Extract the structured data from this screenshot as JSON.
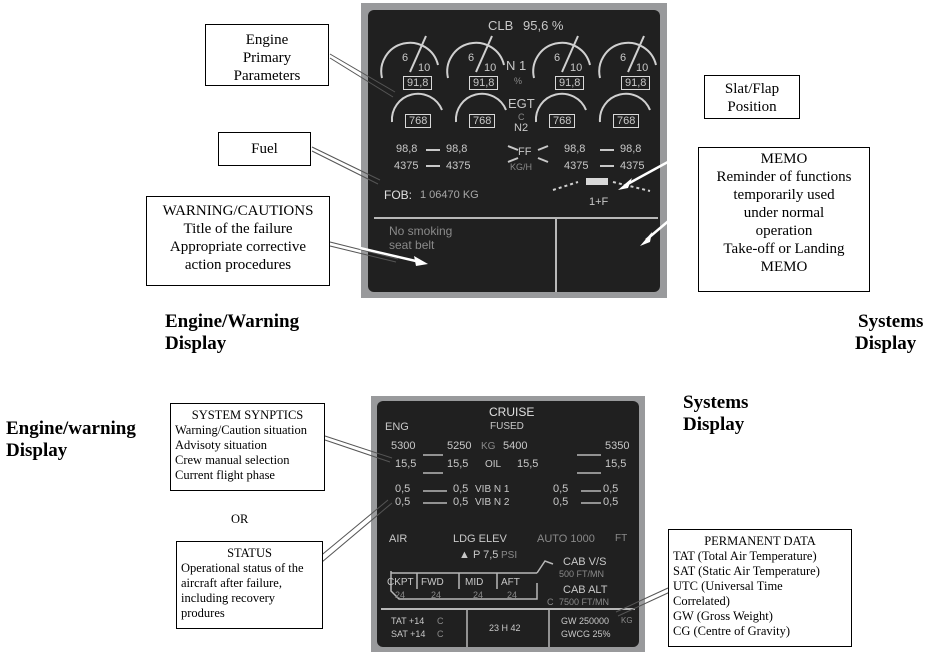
{
  "engine_warning_display": {
    "phase": "CLB",
    "thrust": "95,6 %",
    "n1_label": "N 1",
    "n1_unit": "%",
    "egt_label": "EGT",
    "egt_unit": "C",
    "n2_label": "N2",
    "ff_label": "FF",
    "ff_unit": "KG/H",
    "gauge_scale": [
      "6",
      "10"
    ],
    "n1_values": [
      "91,8",
      "91,8",
      "91,8",
      "91,8"
    ],
    "egt_values": [
      "768",
      "768",
      "768",
      "768"
    ],
    "n2_values": [
      "98,8",
      "98,8",
      "98,8",
      "98,8"
    ],
    "ff_values": [
      "4375",
      "4375",
      "4375",
      "4375"
    ],
    "fob_label": "FOB:",
    "fob_value": "1 06470 KG",
    "flap_label": "1+F",
    "warning_line1": "No smoking",
    "warning_line2": "seat belt"
  },
  "systems_display": {
    "title": "CRUISE",
    "eng_label": "ENG",
    "fused_label": "FUSED",
    "fused_values": [
      "5300",
      "5250",
      "5400",
      "5350"
    ],
    "fused_unit": "KG",
    "oil_values": [
      "15,5",
      "15,5",
      "15,5",
      "15,5"
    ],
    "oil_label": "OIL",
    "vib_n1_values": [
      "0,5",
      "0,5",
      "0,5",
      "0,5"
    ],
    "vib_n1_label": "VIB  N 1",
    "vib_n2_values": [
      "0,5",
      "0,5",
      "0,5",
      "0,5"
    ],
    "vib_n2_label": "VIB  N 2",
    "air_label": "AIR",
    "ldg_elev_label": "LDG ELEV",
    "auto_label": "AUTO 1000",
    "ft_label": "FT",
    "delta_p": "▲ P 7,5",
    "psi_label": "PSI",
    "cab_vs_label": "CAB V/S",
    "cab_vs_value": "500 FT/MN",
    "cab_alt_label": "CAB ALT",
    "cab_alt_value": "7500 FT/MN",
    "zones": [
      "CKPT",
      "FWD",
      "MID",
      "AFT"
    ],
    "zone_temps": [
      "24",
      "24",
      "24",
      "24"
    ],
    "temp_unit": "C",
    "tat": "TAT +14",
    "sat": "SAT +14",
    "c_label": "C",
    "utc": "23  H  42",
    "gw": "GW 250000",
    "gw_unit": "KG",
    "gwcg": "GWCG 25%"
  },
  "callouts": {
    "engine_primary": [
      "Engine",
      "Primary",
      "Parameters"
    ],
    "fuel": "Fuel",
    "slat_flap": [
      "Slat/Flap",
      "Position"
    ],
    "memo": [
      "MEMO",
      "Reminder of functions",
      "temporarily used",
      "under normal",
      "operation",
      "Take-off or Landing",
      "MEMO"
    ],
    "warning": [
      "WARNING/CAUTIONS",
      "Title of the failure",
      "Appropriate corrective",
      "action procedures"
    ],
    "system_synoptics": [
      "SYSTEM SYNPTICS",
      "Warning/Caution situation",
      "Advisoty situation",
      "Crew manual selection",
      "Current flight phase"
    ],
    "or": "OR",
    "status": [
      "STATUS",
      "Operational status of the",
      "aircraft after failure,",
      "including recovery",
      "produres"
    ],
    "permanent_data": [
      "PERMANENT DATA",
      "TAT (Total Air Temperature)",
      "SAT (Static Air Temperature)",
      "UTC (Universal Time",
      "Correlated)",
      "GW (Gross Weight)",
      "CG (Centre of Gravity)"
    ]
  },
  "captions": {
    "engine_warning_top": [
      "Engine/Warning",
      "Display"
    ],
    "systems_top": [
      "Systems",
      "Display"
    ],
    "engine_warning_bottom": [
      "Engine/warning",
      "Display"
    ],
    "systems_bottom": [
      "Systems",
      "Display"
    ]
  }
}
